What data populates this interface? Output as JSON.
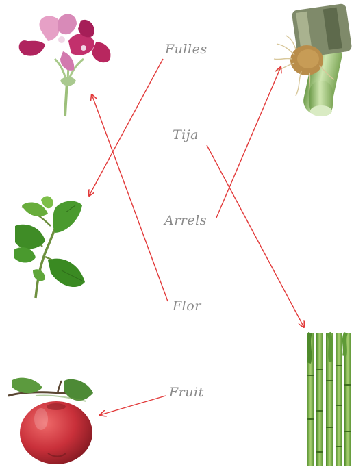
{
  "words": {
    "fulles": "Fulles",
    "tija": "Tija",
    "arrels": "Arrels",
    "flor": "Flor",
    "fruit": "Fruit"
  },
  "colors": {
    "arrow": "#e23a3a",
    "label": "#8a8a8a",
    "petal": "#c2306c",
    "leaf": "#4a9a2e",
    "apple": "#c9303a",
    "stem": "#9cc77a",
    "bamboo": "#7fb04a"
  },
  "images": {
    "flower": "geranium-flower",
    "leaves": "mint-leaves",
    "apple": "red-apple",
    "roots": "stem-with-roots",
    "bamboo": "bamboo-stems"
  }
}
